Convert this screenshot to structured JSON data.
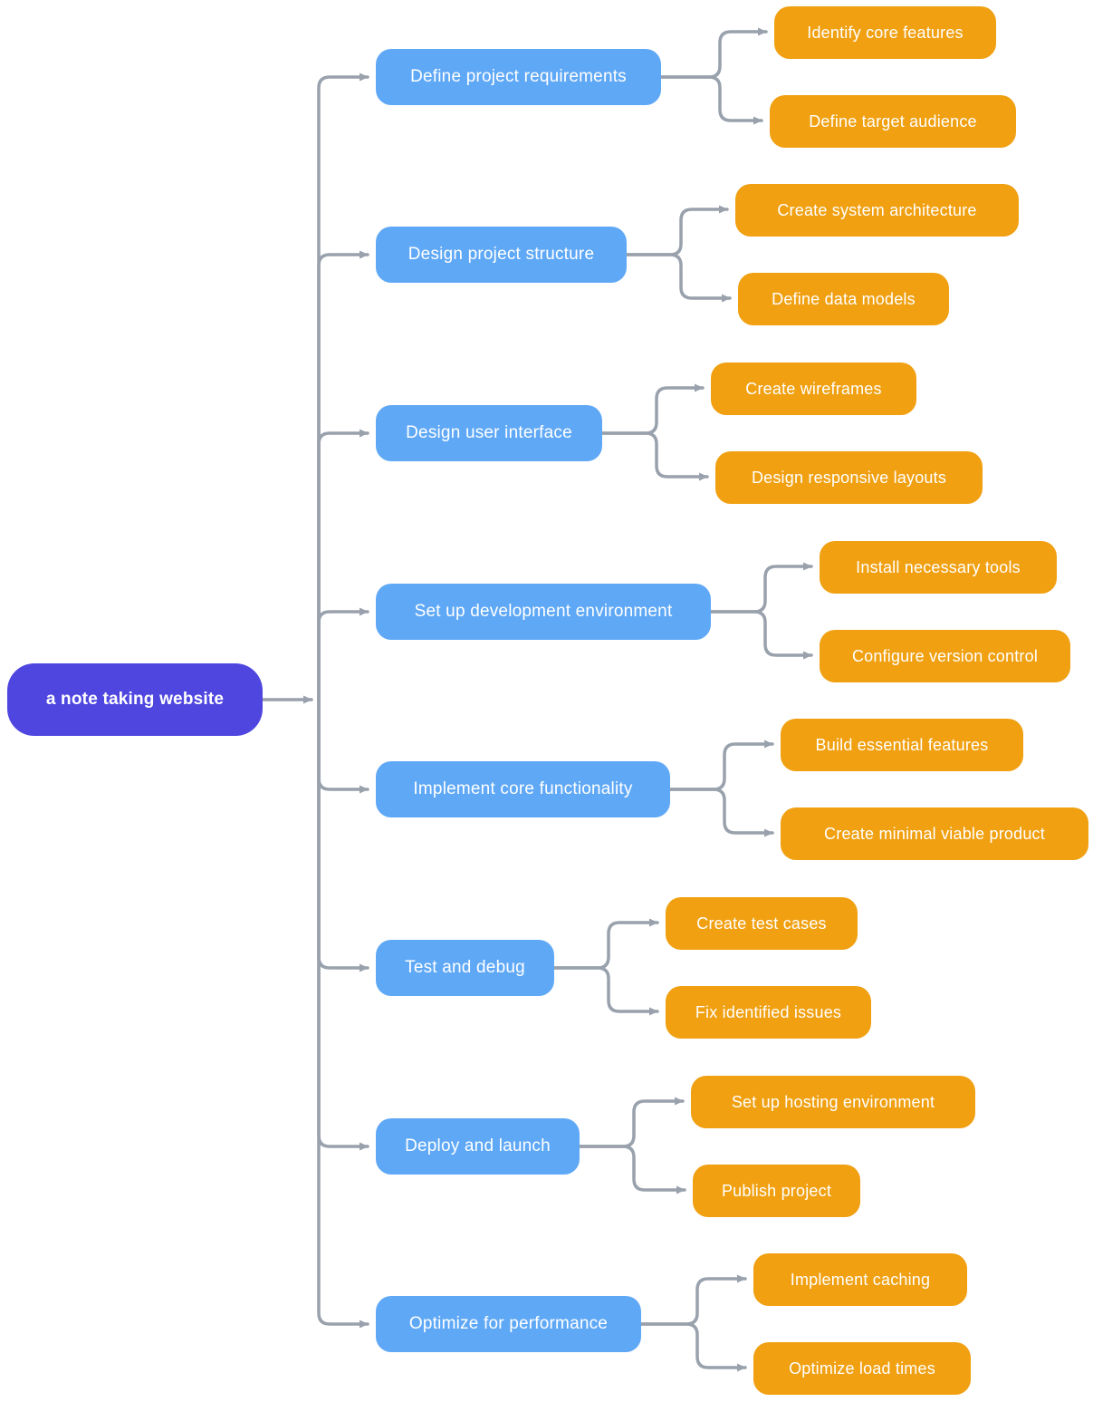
{
  "diagram": {
    "type": "mindmap",
    "root": {
      "label": "a note taking website"
    },
    "branches": [
      {
        "label": "Define project requirements",
        "children": [
          {
            "label": "Identify core features"
          },
          {
            "label": "Define target audience"
          }
        ]
      },
      {
        "label": "Design project structure",
        "children": [
          {
            "label": "Create system architecture"
          },
          {
            "label": "Define data models"
          }
        ]
      },
      {
        "label": "Design user interface",
        "children": [
          {
            "label": "Create wireframes"
          },
          {
            "label": "Design responsive layouts"
          }
        ]
      },
      {
        "label": "Set up development environment",
        "children": [
          {
            "label": "Install necessary tools"
          },
          {
            "label": "Configure version control"
          }
        ]
      },
      {
        "label": "Implement core functionality",
        "children": [
          {
            "label": "Build essential features"
          },
          {
            "label": "Create minimal viable product"
          }
        ]
      },
      {
        "label": "Test and debug",
        "children": [
          {
            "label": "Create test cases"
          },
          {
            "label": "Fix identified issues"
          }
        ]
      },
      {
        "label": "Deploy and launch",
        "children": [
          {
            "label": "Set up hosting environment"
          },
          {
            "label": "Publish project"
          }
        ]
      },
      {
        "label": "Optimize for performance",
        "children": [
          {
            "label": "Implement caching"
          },
          {
            "label": "Optimize load times"
          }
        ]
      }
    ],
    "colors": {
      "root_node": "#4f46e0",
      "branch_node": "#5fa8f6",
      "leaf_node": "#f0a011",
      "connector": "#99a1ac",
      "text": "#ffffff",
      "background": "#ffffff"
    }
  }
}
